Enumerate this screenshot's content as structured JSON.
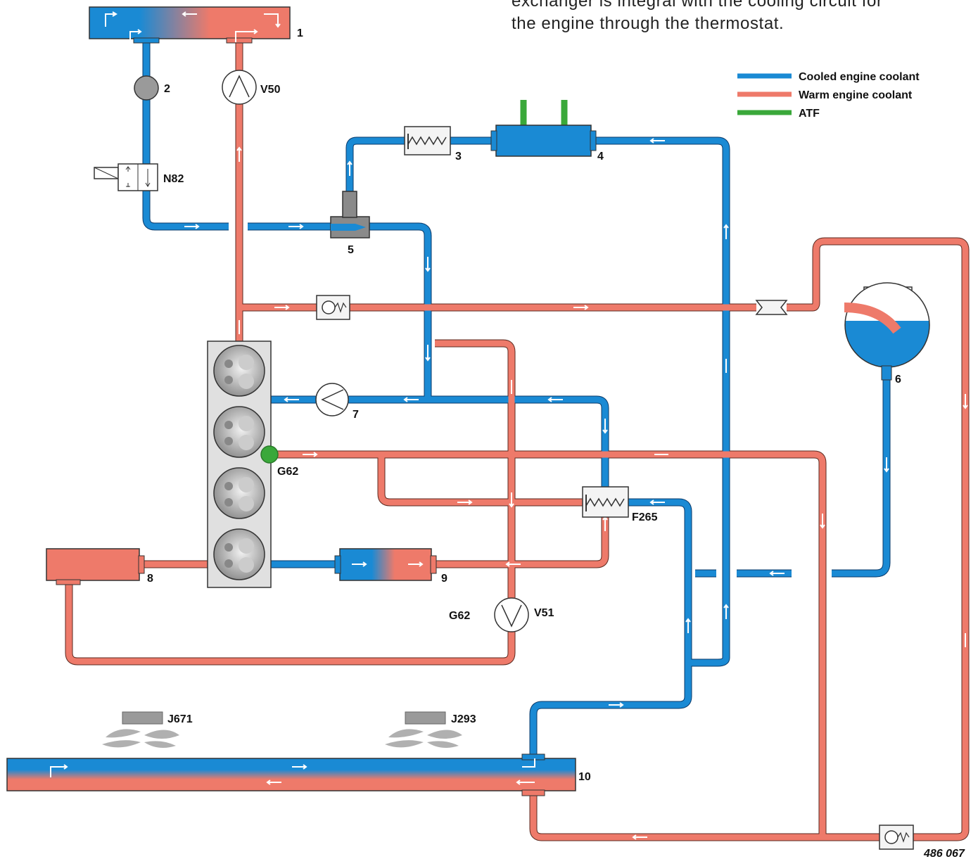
{
  "intro_text": {
    "line1": "exchanger is integral with the cooling circuit for",
    "line2": "the engine through the thermostat."
  },
  "legend": [
    {
      "label": "Cooled engine coolant",
      "color": "#1a8ad4"
    },
    {
      "label": "Warm engine coolant",
      "color": "#ee7a6a"
    },
    {
      "label": "ATF",
      "color": "#3aa83a"
    }
  ],
  "labels": {
    "heater_core": "1",
    "restrictor": "2",
    "pump_v50": "V50",
    "valve_n82": "N82",
    "atf_thermostat": "3",
    "atf_cooler": "4",
    "junction_5": "5",
    "expansion_tank": "6",
    "pump_7": "7",
    "sensor_g62": "G62",
    "sensor_g62_lower": "G62",
    "thermostat_f265": "F265",
    "oil_cooler": "8",
    "heat_exchanger_9": "9",
    "pump_v51": "V51",
    "radiator": "10",
    "fan_j671": "J671",
    "fan_j293": "J293"
  },
  "figure_id": "486 067",
  "colors": {
    "cooled": "#1a8ad4",
    "warm": "#ee7a6a",
    "atf": "#3aa83a"
  }
}
